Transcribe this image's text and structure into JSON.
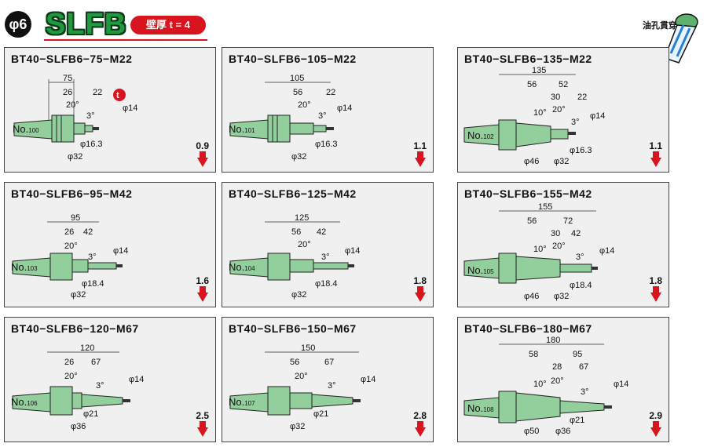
{
  "header": {
    "phi_badge": "φ6",
    "series": "SLFB",
    "wall_thickness": "壁厚 t = 4",
    "oil_hole_label": "油孔貫穿"
  },
  "t_badge": "t",
  "panels": [
    {
      "title": "BT40−SLFB6−75−M22",
      "no": "100",
      "weight": "0.9",
      "dims": [
        "75",
        "26",
        "22",
        "20°",
        "3°",
        "φ14",
        "φ16.3",
        "φ32"
      ]
    },
    {
      "title": "BT40−SLFB6−105−M22",
      "no": "101",
      "weight": "1.1",
      "dims": [
        "105",
        "56",
        "22",
        "20°",
        "3°",
        "φ14",
        "φ16.3",
        "φ32"
      ]
    },
    {
      "title": "BT40−SLFB6−135−M22",
      "no": "102",
      "weight": "1.1",
      "dims": [
        "135",
        "56",
        "52",
        "30",
        "22",
        "10°",
        "20°",
        "3°",
        "φ14",
        "φ16.3",
        "φ46",
        "φ32"
      ]
    },
    {
      "title": "BT40−SLFB6−95−M42",
      "no": "103",
      "weight": "1.6",
      "dims": [
        "95",
        "26",
        "42",
        "20°",
        "3°",
        "φ14",
        "φ18.4",
        "φ32"
      ]
    },
    {
      "title": "BT40−SLFB6−125−M42",
      "no": "104",
      "weight": "1.8",
      "dims": [
        "125",
        "56",
        "42",
        "20°",
        "3°",
        "φ14",
        "φ18.4",
        "φ32"
      ]
    },
    {
      "title": "BT40−SLFB6−155−M42",
      "no": "105",
      "weight": "1.8",
      "dims": [
        "155",
        "56",
        "72",
        "30",
        "42",
        "10°",
        "20°",
        "3°",
        "φ14",
        "φ18.4",
        "φ46",
        "φ32"
      ]
    },
    {
      "title": "BT40−SLFB6−120−M67",
      "no": "106",
      "weight": "2.5",
      "dims": [
        "120",
        "26",
        "67",
        "20°",
        "3°",
        "φ14",
        "φ21",
        "φ36"
      ]
    },
    {
      "title": "BT40−SLFB6−150−M67",
      "no": "107",
      "weight": "2.8",
      "dims": [
        "150",
        "56",
        "67",
        "20°",
        "3°",
        "φ14",
        "φ21",
        "φ32"
      ]
    },
    {
      "title": "BT40−SLFB6−180−M67",
      "no": "108",
      "weight": "2.9",
      "dims": [
        "180",
        "58",
        "95",
        "28",
        "67",
        "10°",
        "20°",
        "3°",
        "φ14",
        "φ21",
        "φ50",
        "φ36"
      ]
    }
  ],
  "colors": {
    "tool": "#93cf9c",
    "accent": "#d8141e",
    "logo": "#1f9a3e"
  }
}
